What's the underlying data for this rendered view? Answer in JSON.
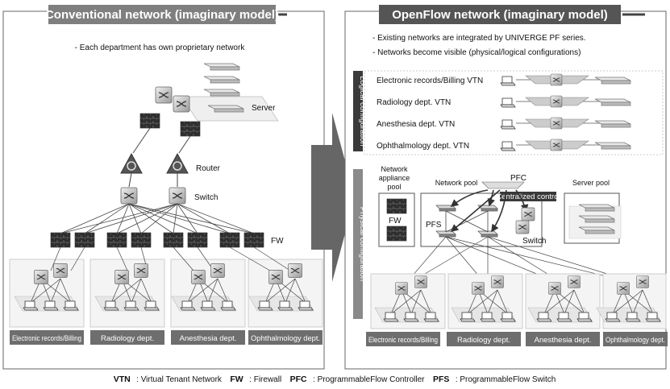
{
  "left": {
    "title": "Conventional network (imaginary model)",
    "note": "- Each department has own proprietary network",
    "server_label": "Server",
    "router_label": "Router",
    "switch_label": "Switch",
    "fw_label": "FW",
    "departments": [
      "Electronic records/Billing",
      "Radiology dept.",
      "Anesthesia dept.",
      "Ophthalmology dept."
    ]
  },
  "right": {
    "title": "OpenFlow network (imaginary model)",
    "note1": "- Existing networks are integrated by UNIVERGE PF series.",
    "note2": "- Networks become visible (physical/logical configurations)",
    "logical_label": "Logical configuration",
    "physical_label": "Physical configuration",
    "vtns": [
      "Electronic records/Billing VTN",
      "Radiology dept. VTN",
      "Anesthesia dept. VTN",
      "Ophthalmology dept. VTN"
    ],
    "appliance_pool": [
      "Network",
      "appliance",
      "pool"
    ],
    "network_pool": "Network pool",
    "server_pool": "Server pool",
    "pfc": "PFC",
    "centralized": "Centralized control",
    "fw_label": "FW",
    "pfs_label": "PFS",
    "switch_label": "Switch",
    "departments": [
      "Electronic records/Billing",
      "Radiology dept.",
      "Anesthesia dept.",
      "Ophthalmology dept."
    ]
  },
  "legend": {
    "vtn_abbr": "VTN",
    "vtn_text": ": Virtual Tenant Network",
    "fw_abbr": "FW",
    "fw_text": ": Firewall",
    "pfc_abbr": "PFC",
    "pfc_text": ": ProgrammableFlow Controller",
    "pfs_abbr": "PFS",
    "pfs_text": ": ProgrammableFlow Switch"
  },
  "colors": {
    "title_bg": "#7f7f7f",
    "dept_bg": "#6e6e6e",
    "arrow": "#666666",
    "firewall": "#3a3a3a"
  }
}
